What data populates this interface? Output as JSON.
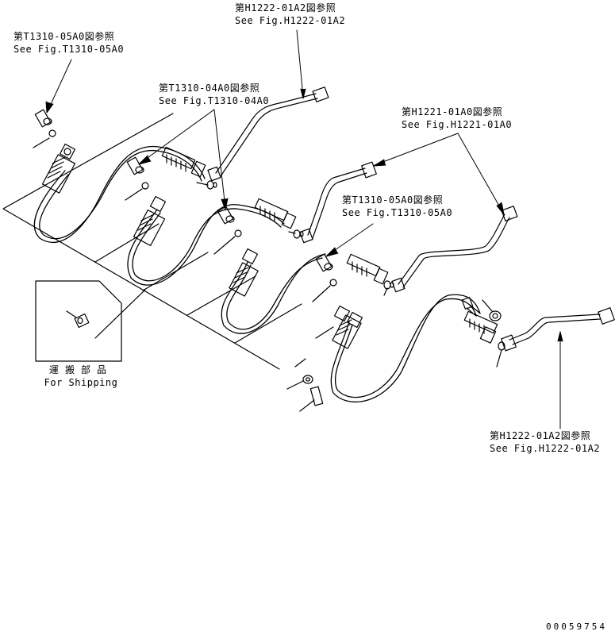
{
  "callouts": [
    {
      "jp": "第H1222-01A2図参照",
      "en": "See Fig.H1222-01A2"
    },
    {
      "jp": "第T1310-05A0図参照",
      "en": "See Fig.T1310-05A0"
    },
    {
      "jp": "第T1310-04A0図参照",
      "en": "See Fig.T1310-04A0"
    },
    {
      "jp": "第H1221-01A0図参照",
      "en": "See Fig.H1221-01A0"
    },
    {
      "jp": "第T1310-05A0図参照",
      "en": "See Fig.T1310-05A0"
    },
    {
      "jp": "第H1222-01A2図参照",
      "en": "See Fig.H1222-01A2"
    }
  ],
  "shipping": {
    "jp": "運搬部品",
    "en": "For Shipping"
  },
  "document_number": "00059754"
}
